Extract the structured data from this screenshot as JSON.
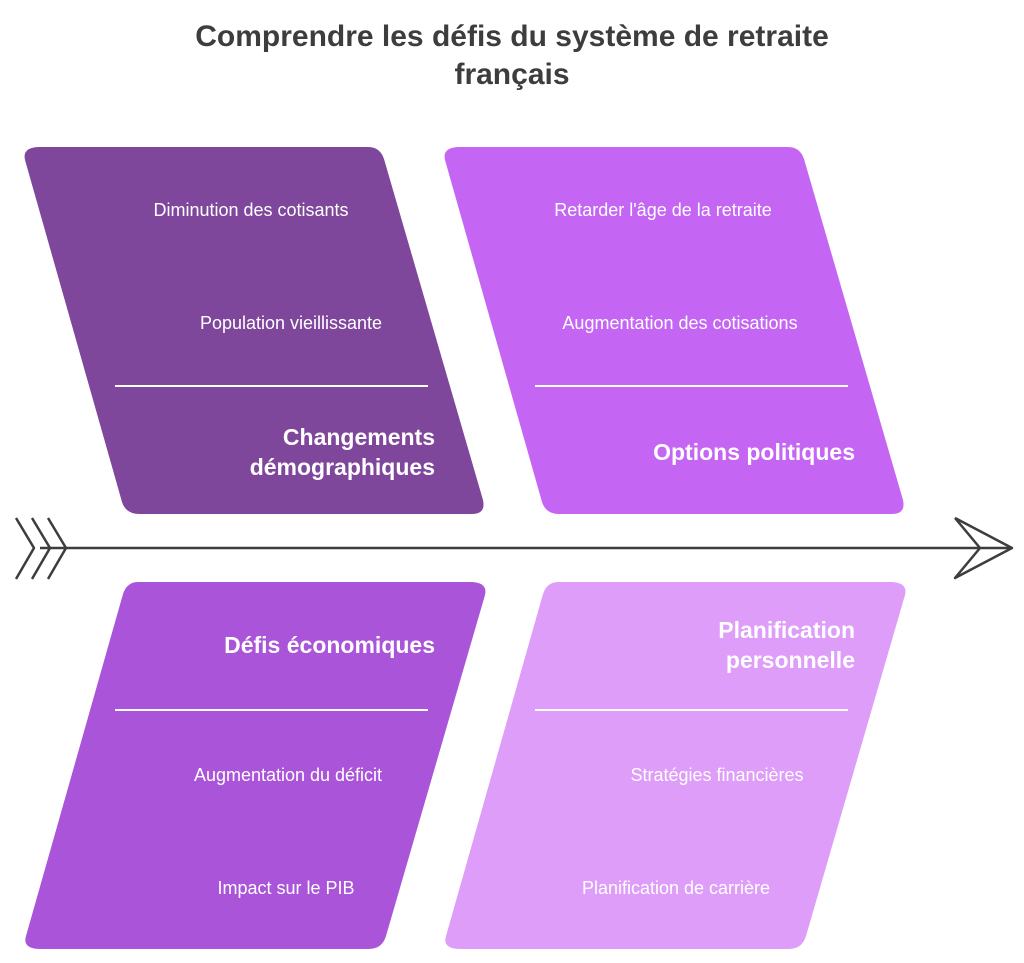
{
  "title": {
    "line1": "Comprendre les défis du système de retraite",
    "line2": "français"
  },
  "colors": {
    "demographic": "#7f479b",
    "policy": "#c565f3",
    "economic": "#a954d9",
    "personal": "#dd9df8",
    "spine": "#3d3d3d",
    "text": "#ffffff",
    "title": "#3d3d3d"
  },
  "categories": [
    {
      "id": "demographic",
      "head": [
        "Changements",
        "démographiques"
      ],
      "causes": [
        "Diminution des cotisants",
        "Population vieillissante"
      ]
    },
    {
      "id": "policy",
      "head": [
        "Options politiques"
      ],
      "causes": [
        "Retarder l'âge de la retraite",
        "Augmentation des cotisations"
      ]
    },
    {
      "id": "economic",
      "head": [
        "Défis économiques"
      ],
      "causes": [
        "Augmentation du déficit",
        "Impact sur le PIB"
      ]
    },
    {
      "id": "personal",
      "head": [
        "Planification",
        "personnelle"
      ],
      "causes": [
        "Stratégies financières",
        "Planification de carrière"
      ]
    }
  ]
}
